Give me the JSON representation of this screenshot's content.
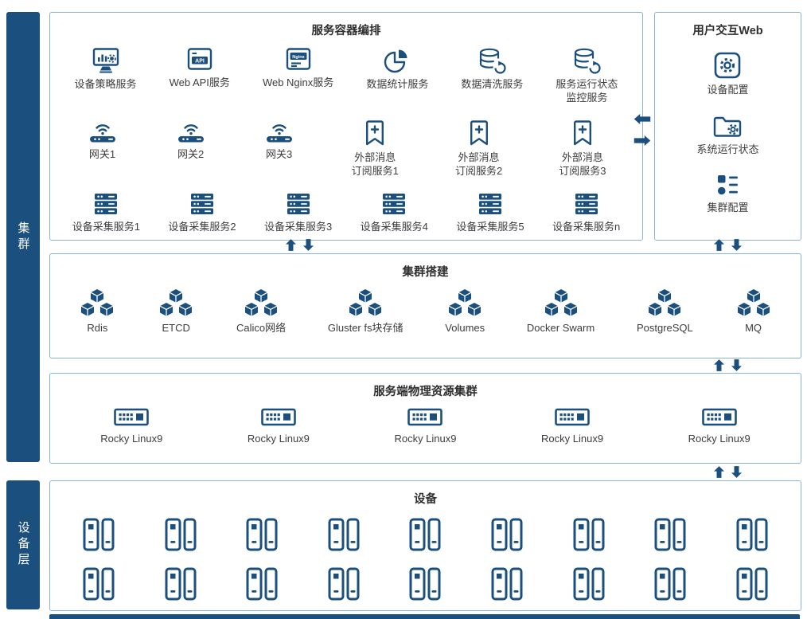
{
  "colors": {
    "primary": "#1B4F7E",
    "border": "#8CB3D6",
    "label_text": "#3D3D3D",
    "title_text": "#2F2F2F"
  },
  "left_bars": {
    "cluster": "集群",
    "device_layer": "设备层"
  },
  "sections": {
    "orchestration": {
      "title": "服务容器编排",
      "rows": [
        [
          {
            "name": "device-policy-service",
            "icon": "monitor-gear-icon",
            "label": "设备策略服务"
          },
          {
            "name": "web-api-service",
            "icon": "api-icon",
            "label": "Web API服务"
          },
          {
            "name": "web-nginx-service",
            "icon": "nginx-icon",
            "label": "Web Nginx服务"
          },
          {
            "name": "data-statistics-service",
            "icon": "pie-chart-icon",
            "label": "数据统计服务"
          },
          {
            "name": "data-cleaning-service",
            "icon": "db-refresh-icon",
            "label": "数据清洗服务"
          },
          {
            "name": "service-status-monitoring-service",
            "icon": "db-refresh-icon",
            "label": "服务运行状态\n监控服务"
          }
        ],
        [
          {
            "name": "gateway-1",
            "icon": "gateway-icon",
            "label": "网关1"
          },
          {
            "name": "gateway-2",
            "icon": "gateway-icon",
            "label": "网关2"
          },
          {
            "name": "gateway-3",
            "icon": "gateway-icon",
            "label": "网关3"
          },
          {
            "name": "external-message-subscribe-service-1",
            "icon": "subscribe-icon",
            "label": "外部消息\n订阅服务1"
          },
          {
            "name": "external-message-subscribe-service-2",
            "icon": "subscribe-icon",
            "label": "外部消息\n订阅服务2"
          },
          {
            "name": "external-message-subscribe-service-3",
            "icon": "subscribe-icon",
            "label": "外部消息\n订阅服务3"
          }
        ],
        [
          {
            "name": "device-collection-service-1",
            "icon": "server-stack-icon",
            "label": "设备采集服务1"
          },
          {
            "name": "device-collection-service-2",
            "icon": "server-stack-icon",
            "label": "设备采集服务2"
          },
          {
            "name": "device-collection-service-3",
            "icon": "server-stack-icon",
            "label": "设备采集服务3"
          },
          {
            "name": "device-collection-service-4",
            "icon": "server-stack-icon",
            "label": "设备采集服务4"
          },
          {
            "name": "device-collection-service-5",
            "icon": "server-stack-icon",
            "label": "设备采集服务5"
          },
          {
            "name": "device-collection-service-n",
            "icon": "server-stack-icon",
            "label": "设备采集服务n"
          }
        ]
      ]
    },
    "user_web": {
      "title": "用户交互Web",
      "items": [
        {
          "name": "device-config",
          "icon": "gear-square-icon",
          "label": "设备配置"
        },
        {
          "name": "system-running-status",
          "icon": "folder-gear-icon",
          "label": "系统运行状态"
        },
        {
          "name": "cluster-config",
          "icon": "cluster-config-icon",
          "label": "集群配置"
        }
      ]
    },
    "cluster_setup": {
      "title": "集群搭建",
      "items": [
        {
          "name": "rdis",
          "icon": "cubes-icon",
          "label": "Rdis"
        },
        {
          "name": "etcd",
          "icon": "cubes-icon",
          "label": "ETCD"
        },
        {
          "name": "calico-network",
          "icon": "cubes-icon",
          "label": "Calico网络"
        },
        {
          "name": "gluster-fs-block-storage",
          "icon": "cubes-icon",
          "label": "Gluster fs块存储"
        },
        {
          "name": "volumes",
          "icon": "cubes-icon",
          "label": "Volumes"
        },
        {
          "name": "docker-swarm",
          "icon": "cubes-icon",
          "label": "Docker Swarm"
        },
        {
          "name": "postgresql",
          "icon": "cubes-icon",
          "label": "PostgreSQL"
        },
        {
          "name": "mq",
          "icon": "cubes-icon",
          "label": "MQ"
        }
      ]
    },
    "physical_cluster": {
      "title": "服务端物理资源集群",
      "items": [
        {
          "name": "rocky-linux-node-1",
          "icon": "server-box-icon",
          "label": "Rocky Linux9"
        },
        {
          "name": "rocky-linux-node-2",
          "icon": "server-box-icon",
          "label": "Rocky Linux9"
        },
        {
          "name": "rocky-linux-node-3",
          "icon": "server-box-icon",
          "label": "Rocky Linux9"
        },
        {
          "name": "rocky-linux-node-4",
          "icon": "server-box-icon",
          "label": "Rocky Linux9"
        },
        {
          "name": "rocky-linux-node-5",
          "icon": "server-box-icon",
          "label": "Rocky Linux9"
        }
      ]
    },
    "devices": {
      "title": "设备",
      "rows": [
        [
          {
            "name": "device-unit",
            "icon": "device-icon"
          },
          {
            "name": "device-unit",
            "icon": "device-icon"
          },
          {
            "name": "device-unit",
            "icon": "device-icon"
          },
          {
            "name": "device-unit",
            "icon": "device-icon"
          },
          {
            "name": "device-unit",
            "icon": "device-icon"
          },
          {
            "name": "device-unit",
            "icon": "device-icon"
          },
          {
            "name": "device-unit",
            "icon": "device-icon"
          },
          {
            "name": "device-unit",
            "icon": "device-icon"
          },
          {
            "name": "device-unit",
            "icon": "device-icon"
          }
        ],
        [
          {
            "name": "device-unit",
            "icon": "device-icon"
          },
          {
            "name": "device-unit",
            "icon": "device-icon"
          },
          {
            "name": "device-unit",
            "icon": "device-icon"
          },
          {
            "name": "device-unit",
            "icon": "device-icon"
          },
          {
            "name": "device-unit",
            "icon": "device-icon"
          },
          {
            "name": "device-unit",
            "icon": "device-icon"
          },
          {
            "name": "device-unit",
            "icon": "device-icon"
          },
          {
            "name": "device-unit",
            "icon": "device-icon"
          },
          {
            "name": "device-unit",
            "icon": "device-icon"
          }
        ]
      ]
    }
  },
  "connectors": {
    "web_to_orchestration": [
      "arrow-left-icon",
      "arrow-right-icon"
    ],
    "orchestration_to_cluster_setup": [
      "arrow-up-icon",
      "arrow-down-icon"
    ],
    "web_to_cluster_setup": [
      "arrow-up-icon",
      "arrow-down-icon"
    ],
    "cluster_setup_to_physical": [
      "arrow-up-icon",
      "arrow-down-icon"
    ],
    "physical_to_devices": [
      "arrow-up-icon",
      "arrow-down-icon"
    ]
  }
}
